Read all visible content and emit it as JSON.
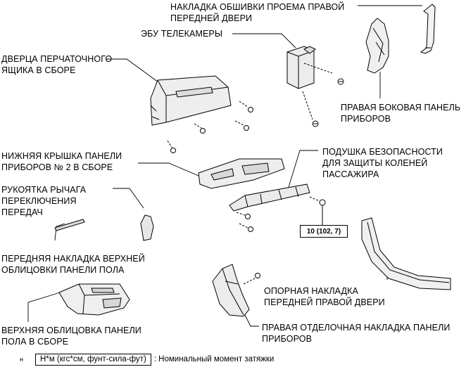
{
  "labels": {
    "right_door_opening_trim": [
      "НАКЛАДКА ОБШИВКИ ПРОЕМА ПРАВОЙ",
      "ПЕРЕДНЕЙ ДВЕРИ"
    ],
    "camera_ecu": [
      "ЭБУ ТЕЛЕКАМЕРЫ"
    ],
    "glovebox_door": [
      "ДВЕРЦА ПЕРЧАТОЧНОГО",
      "ЯЩИКА В СБОРЕ"
    ],
    "right_side_panel": [
      "ПРАВАЯ БОКОВАЯ ПАНЕЛЬ",
      "ПРИБОРОВ"
    ],
    "lower_cover_no2": [
      "НИЖНЯЯ КРЫШКА ПАНЕЛИ",
      "ПРИБОРОВ № 2 В СБОРЕ"
    ],
    "knee_airbag": [
      "ПОДУШКА БЕЗОПАСНОСТИ",
      "ДЛЯ ЗАЩИТЫ КОЛЕНЕЙ",
      "ПАССАЖИРА"
    ],
    "shift_knob": [
      "РУКОЯТКА РЫЧАГА",
      "ПЕРЕКЛЮЧЕНИЯ",
      "ПЕРЕДАЧ"
    ],
    "floor_front_trim": [
      "ПЕРЕДНЯЯ НАКЛАДКА ВЕРХНЕЙ",
      "ОБЛИЦОВКИ ПАНЕЛИ ПОЛА"
    ],
    "front_right_door_scuff": [
      "ОПОРНАЯ НАКЛАДКА",
      "ПЕРЕДНЕЙ ПРАВОЙ ДВЕРИ"
    ],
    "floor_upper_panel": [
      "ВЕРХНЯЯ ОБЛИЦОВКА ПАНЕЛИ",
      "ПОЛА В СБОРЕ"
    ],
    "right_finish_panel": [
      "ПРАВАЯ ОТДЕЛОЧНАЯ НАКЛАДКА ПАНЕЛИ",
      "ПРИБОРОВ"
    ]
  },
  "torque_spec": "10 (102, 7)",
  "legend": {
    "marker": "н",
    "unit_box": "Н*м (кгс*см, фунт-сила-фут)",
    "description": ": Номинальный момент затяжки"
  }
}
